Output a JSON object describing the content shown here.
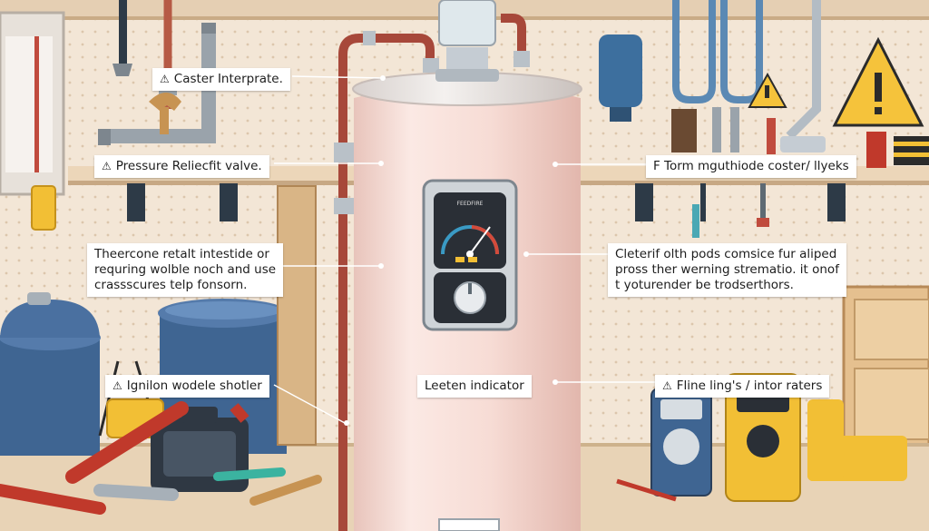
{
  "callouts": {
    "caster": {
      "icon": "warning-icon",
      "text": "Caster Interprate."
    },
    "pressure": {
      "icon": "warning-icon",
      "text": "Pressure Reliecfit valve."
    },
    "thermo": {
      "text": "F Torm mguthiode coster/ llyeks"
    },
    "left_note": {
      "lines": [
        "Theercone retalt intestide or",
        "requring wolble noch and use",
        "crassscures telp fonsorn."
      ]
    },
    "right_note": {
      "lines": [
        "Cleterif olth pods comsice fur aliped",
        "pross ther werning strematio. it onof",
        "t yoturender be trodserthors."
      ]
    },
    "ignition": {
      "icon": "warning-icon",
      "text": "Ignilon wodele shotler"
    },
    "indicator": {
      "text": "Leeten indicator"
    },
    "tools": {
      "icon": "warning-icon",
      "text": "Fline ling's / intor raters"
    }
  },
  "gauge": {
    "brand": "FEEDFIRE"
  },
  "colors": {
    "wall": "#f3e6d6",
    "tank": "#f6dcd5",
    "copper_pipe": "#a7483a",
    "warning_yellow": "#f5c33b",
    "bucket_blue": "#3f6592",
    "shelf": "#e9d2b4"
  }
}
